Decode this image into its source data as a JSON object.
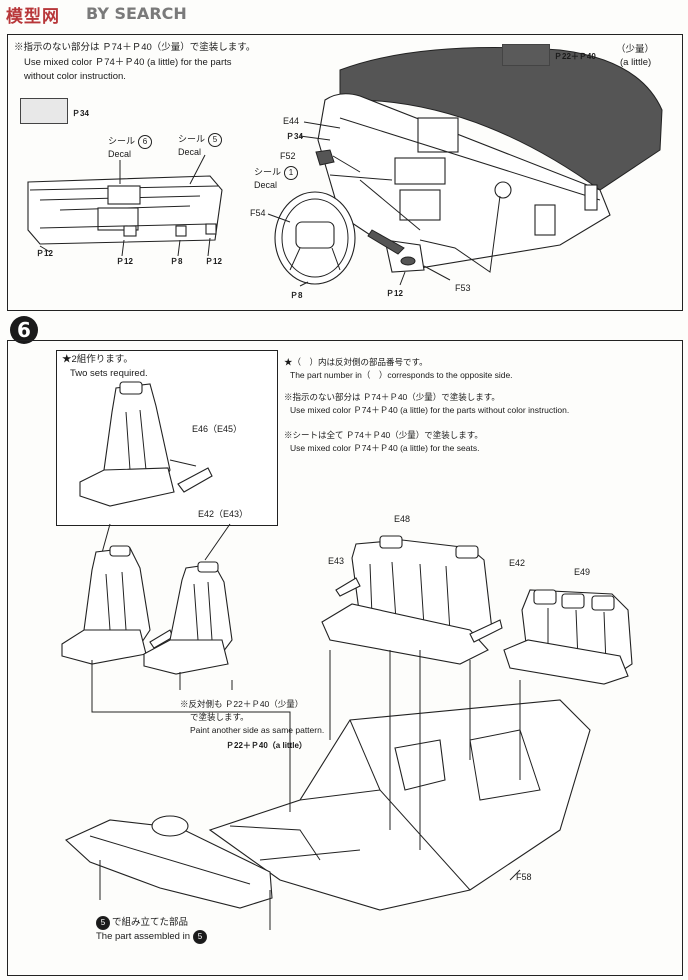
{
  "watermark": {
    "logo": "模型网",
    "site": "BY SEARCH"
  },
  "colors": {
    "swatch_dark": "#5a5a5a",
    "swatch_light": "#e8e8e8",
    "badge_bg": "#1a1a1a"
  },
  "step5": {
    "note_jp": "※指示のない部分は Ｐ74＋Ｐ40（少量）で塗装します。",
    "note_en1": "Use mixed color Ｐ74＋Ｐ40 (a little) for the parts",
    "note_en2": "without color instruction.",
    "swatch_dark_label": "Ｐ22＋Ｐ40",
    "swatch_dark_note_jp": "（少量）",
    "swatch_dark_note_en": "(a little)",
    "swatch_light_label": "Ｐ34",
    "decal6_jp": "シール",
    "decal6_en": "Decal",
    "decal6_num": "6",
    "decal5_jp": "シール",
    "decal5_en": "Decal",
    "decal5_num": "5",
    "decal1_jp": "シール",
    "decal1_en": "Decal",
    "decal1_num": "1",
    "e44": "E44",
    "p34": "Ｐ34",
    "f52": "F52",
    "f54": "F54",
    "f53": "F53",
    "p12_a": "Ｐ12",
    "p12_b": "Ｐ12",
    "p8_a": "Ｐ8",
    "p12_c": "Ｐ12",
    "p8_b": "Ｐ8",
    "p12_d": "Ｐ12"
  },
  "step6": {
    "number": "6",
    "inset_jp": "★2組作ります。",
    "inset_en": "Two sets required.",
    "e46": "E46（E45）",
    "e42_43": "E42（E43）",
    "note1_jp": "★（　）内は反対側の部品番号です。",
    "note1_en": "The part number in（　）corresponds to the opposite side.",
    "note2_jp": "※指示のない部分は Ｐ74＋Ｐ40（少量）で塗装します。",
    "note2_en": "Use mixed color Ｐ74＋Ｐ40 (a little) for the parts without color instruction.",
    "note3_jp": "※シートは全て Ｐ74＋Ｐ40（少量）で塗装します。",
    "note3_en": "Use mixed color Ｐ74＋Ｐ40 (a little) for the seats.",
    "e48": "E48",
    "e43": "E43",
    "e42": "E42",
    "e49": "E49",
    "opp_jp1": "※反対側も Ｐ22＋Ｐ40（少量）",
    "opp_jp2": "で塗装します。",
    "opp_en": "Paint another side as same pattern.",
    "opp_paint": "Ｐ22＋Ｐ40（a little）",
    "f58": "F58",
    "assembled_jp": "で組み立てた部品",
    "assembled_en": "The part assembled in",
    "assembled_step": "5"
  }
}
